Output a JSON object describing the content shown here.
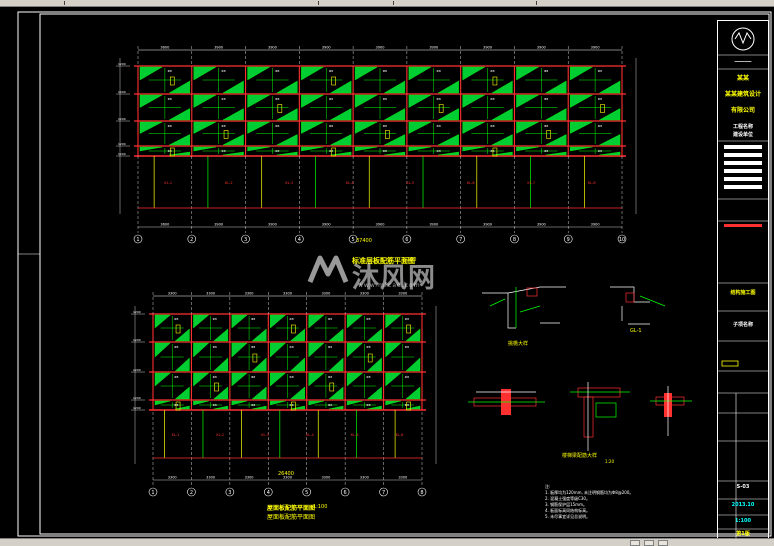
{
  "watermark": {
    "brand": "沐风网",
    "url": "www.mfcad.com"
  },
  "titleblock": {
    "company_lines": [
      "某某",
      "某某建筑设计",
      "有限公司"
    ],
    "project_lines": [
      "工程名称",
      "建设单位",
      "子项名称"
    ],
    "drawing_title": "结构施工图",
    "drawing_no": "S-03",
    "date": "2013.10",
    "scale": "1:100",
    "version": "第1版"
  },
  "plan_top": {
    "axis_labels": [
      "1",
      "2",
      "3",
      "4",
      "5",
      "6",
      "7",
      "8",
      "9",
      "10"
    ],
    "dim_total": "37400",
    "dim_bays": [
      "3600",
      "3900",
      "3900",
      "3900",
      "3900",
      "3900",
      "3900",
      "3900",
      "3900"
    ],
    "beam_labels": [
      "KL-1",
      "KL-2",
      "KL-3",
      "KL-4",
      "KL-5",
      "KL-6",
      "KL-7",
      "KL-8"
    ],
    "title": "标准层板配筋平面图",
    "scale": "1:100"
  },
  "plan_bottom": {
    "axis_labels": [
      "1",
      "2",
      "3",
      "4",
      "5",
      "6",
      "7",
      "8"
    ],
    "dim_total": "26400",
    "dim_bays": [
      "3300",
      "3300",
      "3300",
      "3300",
      "3300",
      "3300",
      "3300",
      "3300"
    ],
    "beam_labels": [
      "KL-1",
      "KL-2",
      "KL-3",
      "KL-4",
      "KL-5",
      "KL-6"
    ],
    "title": "屋面板配筋平面图",
    "subtitle": "屋面板配筋平面图",
    "scale": "1:100"
  },
  "details": {
    "detail1_title": "挑檐大样",
    "detail2_title": "GL-1",
    "detail3_title": "楼梯梁配筋大样",
    "detail3_sub": "1:20",
    "notes_title": "注:",
    "notes": [
      "1. 板厚均为120mm, 未注明钢筋均为Φ8@200。",
      "2. 混凝土强度等级C30。",
      "3. 钢筋保护层15mm。",
      "4. 板面标高同结构标高。",
      "5. 未尽事宜详见总说明。"
    ]
  }
}
